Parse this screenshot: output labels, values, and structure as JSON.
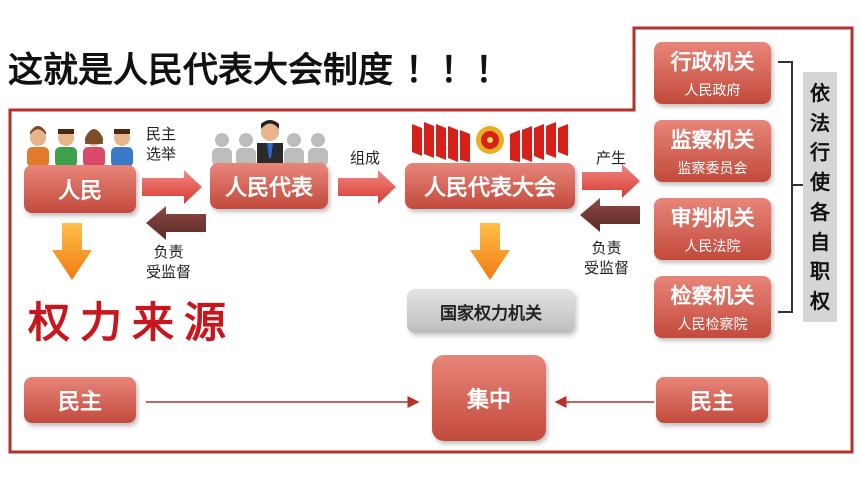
{
  "title": "这就是人民代表大会制度 ！！！",
  "nodes": {
    "people": "人民",
    "deputies": "人民代表",
    "congress": "人民代表大会",
    "state_organ": "国家权力机关",
    "concentration": "集中",
    "democracy_left": "民主",
    "democracy_right": "民主"
  },
  "labels": {
    "elect": "民主\n选举",
    "form": "组成",
    "produce": "产生",
    "responsible_left": "负责\n受监督",
    "responsible_right": "负责\n受监督",
    "power_source": "权力来源"
  },
  "organs": [
    {
      "name": "行政机关",
      "sub": "人民政府"
    },
    {
      "name": "监察机关",
      "sub": "监察委员会"
    },
    {
      "name": "审判机关",
      "sub": "人民法院"
    },
    {
      "name": "检察机关",
      "sub": "人民检察院"
    }
  ],
  "side_label": [
    "依",
    "法",
    "行",
    "使",
    "各",
    "自",
    "职",
    "权"
  ],
  "colors": {
    "accent": "#c24a3c",
    "frame": "#b5322a",
    "power_text": "#c8161d"
  }
}
